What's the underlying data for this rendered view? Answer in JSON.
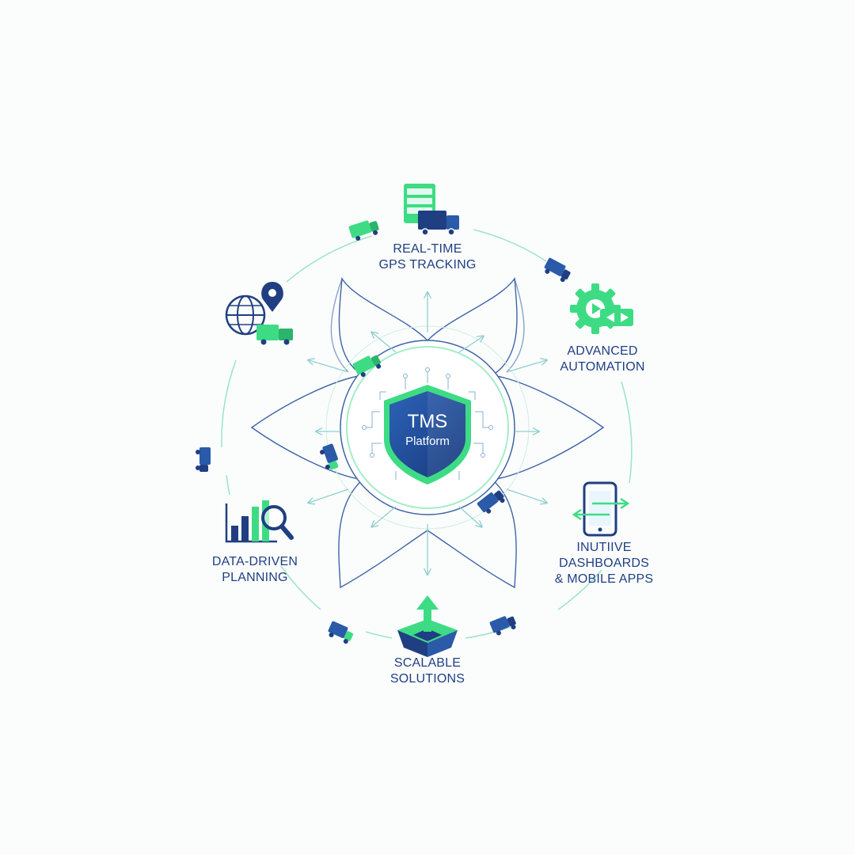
{
  "center": {
    "title": "TMS",
    "subtitle": "Platform"
  },
  "features": [
    {
      "id": "gps",
      "icon": "server-truck-icon",
      "lines": [
        "REAL-TIME",
        "GPS TRACKING"
      ]
    },
    {
      "id": "automation",
      "icon": "gear-play-icon",
      "lines": [
        "ADVANCED",
        "AUTOMATION"
      ]
    },
    {
      "id": "dashboards",
      "icon": "mobile-sync-icon",
      "lines": [
        "INUTIIVE",
        "DASHBOARDS",
        "& MOBILE APPS"
      ]
    },
    {
      "id": "scalable",
      "icon": "box-arrow-icon",
      "lines": [
        "SCALABLE",
        "SOLUTIONS"
      ]
    },
    {
      "id": "planning",
      "icon": "bar-chart-magnifier-icon",
      "lines": [
        "DATA-DRIVEN",
        "PLANNING"
      ]
    },
    {
      "id": "global",
      "icon": "globe-pin-truck-icon",
      "lines": []
    }
  ],
  "colors": {
    "navy": "#1f3f82",
    "blue": "#2a5aa8",
    "green": "#3ddc84",
    "line": "#3f64a8",
    "ring": "#8fe3b8",
    "background": "#fbfdfd"
  }
}
